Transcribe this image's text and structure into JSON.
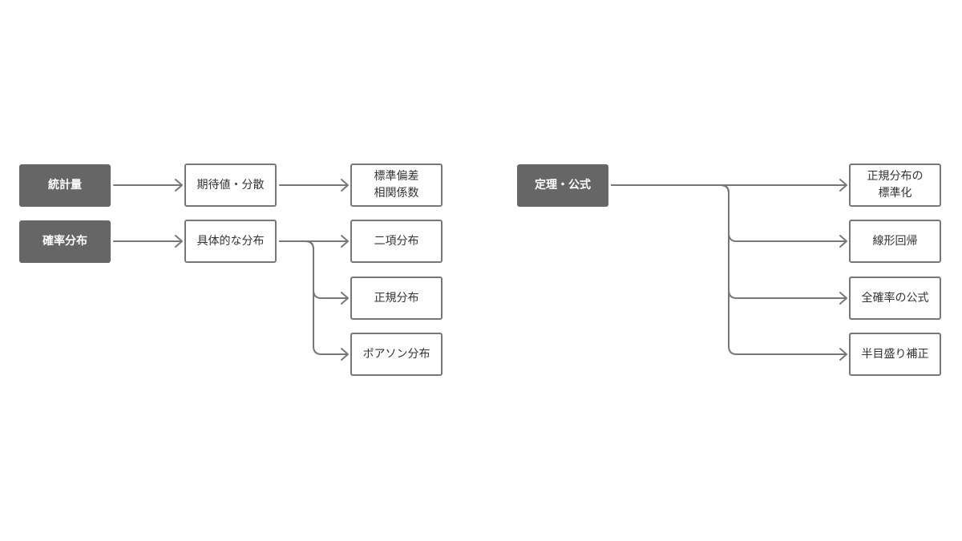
{
  "roots": {
    "statistics": "統計量",
    "probability": "確率分布",
    "theorems": "定理・公式"
  },
  "statistics_branch": {
    "expectation": "期待値・分散",
    "std_corr": [
      "標準偏差",
      "相関係数"
    ]
  },
  "probability_branch": {
    "specific": "具体的な分布",
    "children": [
      "二項分布",
      "正規分布",
      "ポアソン分布"
    ]
  },
  "theorems_branch": {
    "standardization": [
      "正規分布の",
      "標準化"
    ],
    "children": [
      "線形回帰",
      "全確率の公式",
      "半目盛り補正"
    ]
  },
  "colors": {
    "root_fill": "#666666",
    "root_text": "#ffffff",
    "box_border": "#777777",
    "box_text": "#333333",
    "connector": "#777777"
  }
}
